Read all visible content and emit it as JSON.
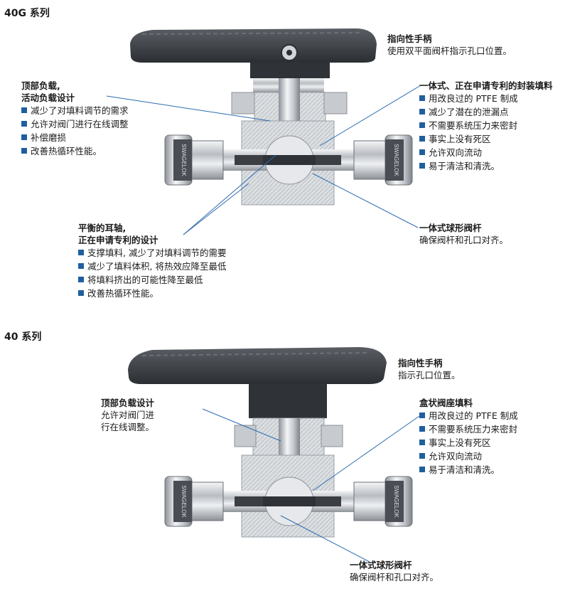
{
  "sections": {
    "top": {
      "title": "40G 系列",
      "callouts": {
        "handle": {
          "heading": "指向性手柄",
          "text": "使用双平面阀杆指示孔口位置。"
        },
        "top_load": {
          "heading_lines": [
            "顶部负载,",
            "活动负载设计"
          ],
          "bullets": [
            "减少了对填料调节的需求",
            "允许对阀门进行在线调整",
            "补偿磨损",
            "改善热循环性能。"
          ]
        },
        "packing": {
          "heading": "一体式、正在申请专利的封装填料",
          "bullets": [
            "用改良过的 PTFE 制成",
            "减少了潜在的泄漏点",
            "不需要系统压力来密封",
            "事实上没有死区",
            "允许双向流动",
            "易于清洁和清洗。"
          ]
        },
        "trunnion": {
          "heading_lines": [
            "平衡的耳轴,",
            "正在申请专利的设计"
          ],
          "bullets": [
            "支撑填料, 减少了对填料调节的需要",
            "减少了填料体积, 将热效应降至最低",
            "将填料挤出的可能性降至最低",
            "改善热循环性能。"
          ]
        },
        "ball": {
          "heading": "一体式球形阀杆",
          "text": "确保阀杆和孔口对齐。"
        }
      }
    },
    "bottom": {
      "title": "40 系列",
      "callouts": {
        "handle": {
          "heading": "指向性手柄",
          "text": "指示孔口位置。"
        },
        "top_load": {
          "heading": "顶部负载设计",
          "text_lines": [
            "允许对阀门进",
            "行在线调整。"
          ]
        },
        "seat": {
          "heading": "盒状阀座填料",
          "bullets": [
            "用改良过的 PTFE 制成",
            "不需要系统压力来密封",
            "事实上没有死区",
            "允许双向流动",
            "易于清洁和清洗。"
          ]
        },
        "ball": {
          "heading": "一体式球形阀杆",
          "text": "确保阀杆和孔口对齐。"
        }
      }
    }
  },
  "brand_marking": "SWAGELOK",
  "colors": {
    "bullet": "#1f5f9e",
    "leader": "#2b6cb0",
    "handle": "#3a3d42",
    "body": "#c9ccd0"
  }
}
